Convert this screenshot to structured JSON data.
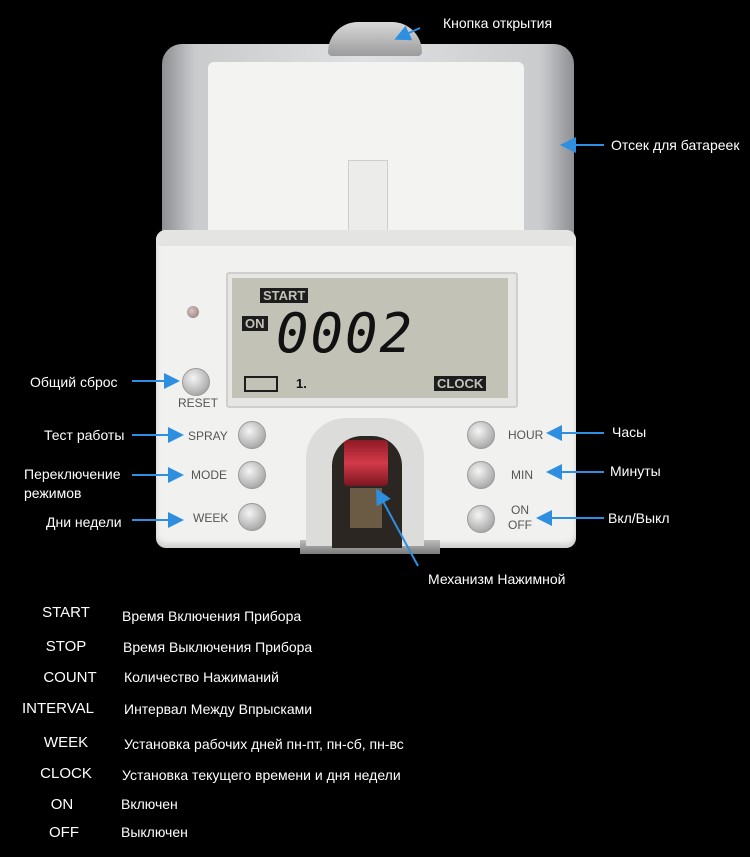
{
  "callouts": {
    "open_button": "Кнопка открытия",
    "battery": "Отсек для батареек",
    "reset": "Общий сброс",
    "spray_test": "Тест работы",
    "mode_switch": "Переключение режимов",
    "weekdays": "Дни недели",
    "hours": "Часы",
    "minutes": "Минуты",
    "onoff": "Вкл/Выкл",
    "mechanism": "Механизм Нажимной"
  },
  "device": {
    "lcd": {
      "start": "START",
      "on": "ON",
      "digits": "0002",
      "day_marker": "1.",
      "clock": "CLOCK"
    },
    "buttons": {
      "reset": "RESET",
      "spray": "SPRAY",
      "mode": "MODE",
      "week": "WEEK",
      "hour": "HOUR",
      "min": "MIN",
      "onoff_on": "ON",
      "onoff_off": "OFF"
    }
  },
  "legend": [
    {
      "key": "START",
      "value": "Время Включения Прибора"
    },
    {
      "key": "STOP",
      "value": "Время Выключения Прибора"
    },
    {
      "key": "COUNT",
      "value": "Количество Нажиманий"
    },
    {
      "key": "INTERVAL",
      "value": "Интервал Между Впрысками"
    },
    {
      "key": "WEEK",
      "value": "Установка рабочих дней пн-пт, пн-сб, пн-вс"
    },
    {
      "key": "CLOCK",
      "value": "Установка текущего времени и дня недели"
    },
    {
      "key": "ON",
      "value": "Включен"
    },
    {
      "key": "OFF",
      "value": "Выключен"
    }
  ],
  "colors": {
    "background": "#000000",
    "arrow": "#2e8fe0",
    "lcd": "#c2c3b6"
  }
}
